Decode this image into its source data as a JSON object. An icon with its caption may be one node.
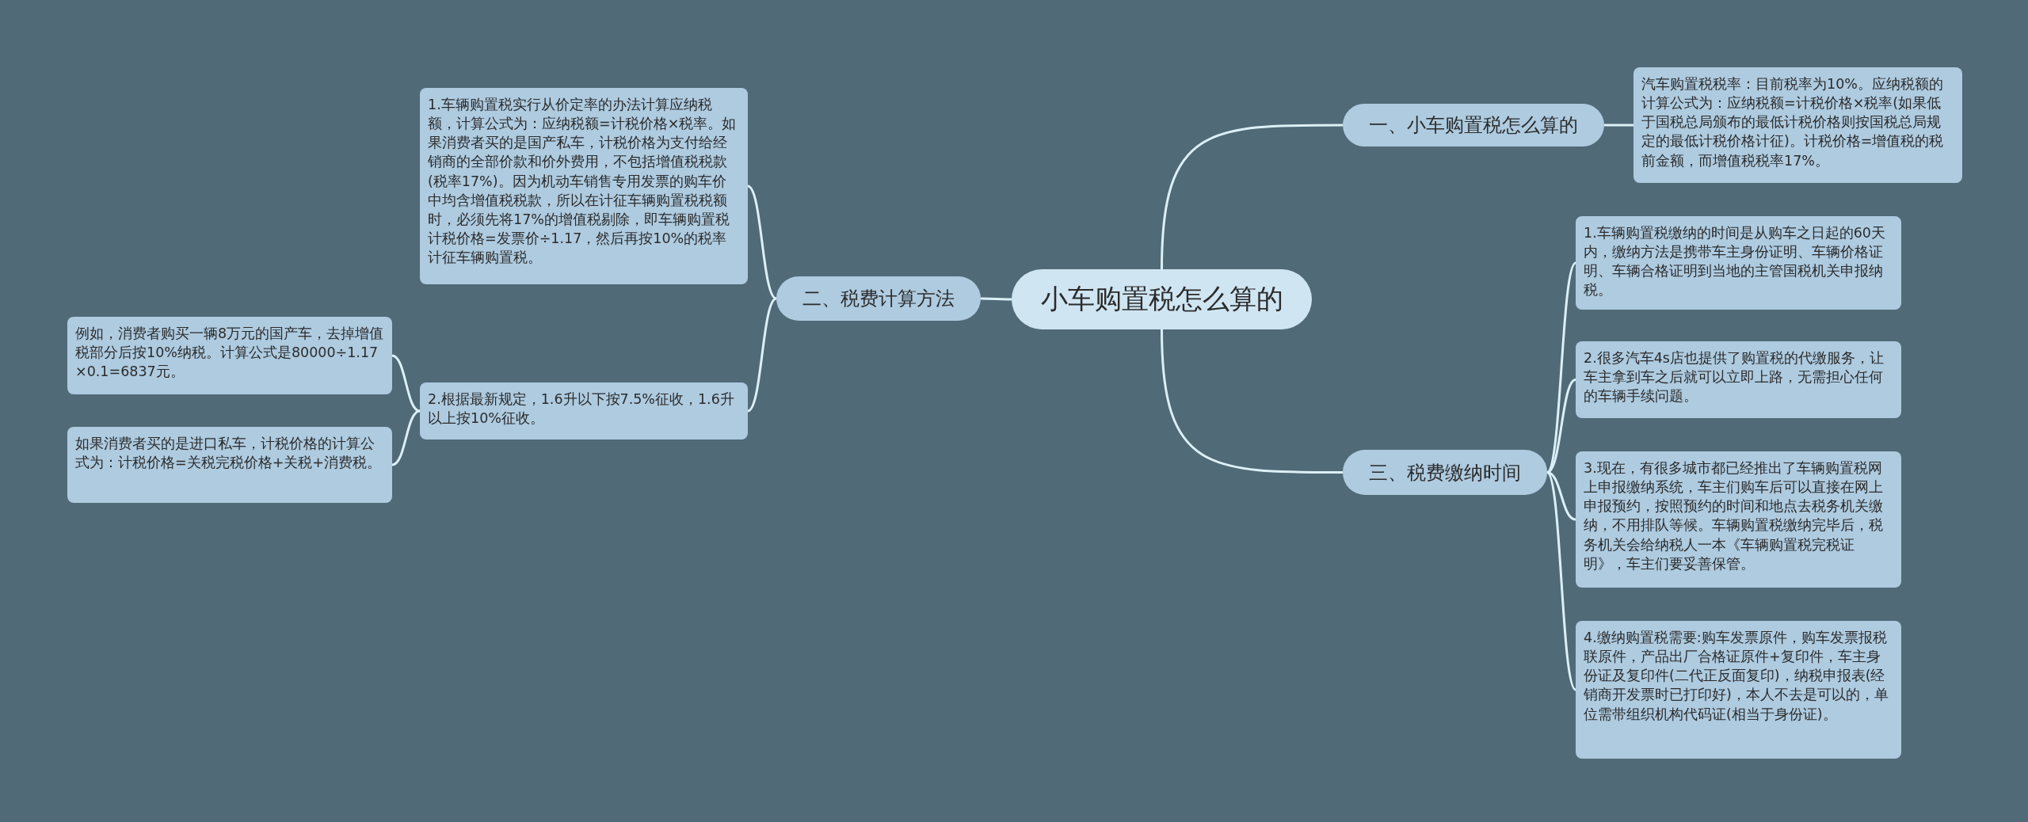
{
  "diagram": {
    "nodes": [
      {
        "text": [
          "小车购置税怎么算的"
        ]
      },
      {
        "text": [
          "一、小车购置税怎么算的"
        ]
      },
      {
        "text": [
          "汽车购置税税率：目前税率为10%。应纳税额的计算公式为：应纳税额=计税价格×税率(如果低于国税总局颁布的最低计税价格则按国税总局规定的最低计税价格计征)。计税价格=增值税的税前金额，而增值税税率17%。"
        ]
      },
      {
        "text": [
          "二、税费计算方法"
        ]
      },
      {
        "text": [
          "1.车辆购置税实行从价定率的办法计算应纳税额，计算公式为：应纳税额=计税价格×税率。如果消费者买的是国产私车，计税价格为支付给经销商的全部价款和价外费用，不包括增值税税款(税率17%)。因为机动车销售专用发票的购车价中均含增值税税款，所以在计征车辆购置税税额时，必须先将17%的增值税剔除，即车辆购置税计税价格=发票价÷1.17，然后再按10%的税率计征车辆购置税。"
        ]
      },
      {
        "text": [
          "2.根据最新规定，1.6升以下按7.5%征收，1.6升以上按10%征收。"
        ]
      },
      {
        "text": [
          "例如，消费者购买一辆8万元的国产车，去掉增值税部分后按10%纳税。计算公式是80000÷1.17×0.1=6837元。"
        ]
      },
      {
        "text": [
          "如果消费者买的是进口私车，计税价格的计算公式为：计税价格=关税完税价格+关税+消费税。"
        ]
      },
      {
        "text": [
          "三、税费缴纳时间"
        ]
      },
      {
        "text": [
          "1.车辆购置税缴纳的时间是从购车之日起的60天内，缴纳方法是携带车主身份证明、车辆价格证明、车辆合格证明到当地的主管国税机关申报纳税。"
        ]
      },
      {
        "text": [
          "2.很多汽车4s店也提供了购置税的代缴服务，让车主拿到车之后就可以立即上路，无需担心任何的车辆手续问题。"
        ]
      },
      {
        "text": [
          "3.现在，有很多城市都已经推出了车辆购置税网上申报缴纳系统，车主们购车后可以直接在网上申报预约，按照预约的时间和地点去税务机关缴纳，不用排队等候。车辆购置税缴纳完毕后，税务机关会给纳税人一本《车辆购置税完税证明》，车主们要妥善保管。"
        ]
      },
      {
        "text": [
          "4.缴纳购置税需要:购车发票原件，购车发票报税联原件，产品出厂合格证原件+复印件，车主身份证及复印件(二代正反面复印)，纳税申报表(经销商开发票时已打印好)，本人不去是可以的，单位需带组织机构代码证(相当于身份证)。"
        ]
      }
    ],
    "edges": [
      {
        "from": 0,
        "to": 1,
        "arrow": "none"
      },
      {
        "from": 1,
        "to": 2,
        "arrow": "none"
      },
      {
        "from": 0,
        "to": 3,
        "arrow": "none"
      },
      {
        "from": 3,
        "to": 4,
        "arrow": "none"
      },
      {
        "from": 3,
        "to": 5,
        "arrow": "none"
      },
      {
        "from": 5,
        "to": 6,
        "arrow": "none"
      },
      {
        "from": 5,
        "to": 7,
        "arrow": "none"
      },
      {
        "from": 0,
        "to": 8,
        "arrow": "none"
      },
      {
        "from": 8,
        "to": 9,
        "arrow": "none"
      },
      {
        "from": 8,
        "to": 10,
        "arrow": "none"
      },
      {
        "from": 8,
        "to": 11,
        "arrow": "none"
      },
      {
        "from": 8,
        "to": 12,
        "arrow": "none"
      }
    ]
  }
}
